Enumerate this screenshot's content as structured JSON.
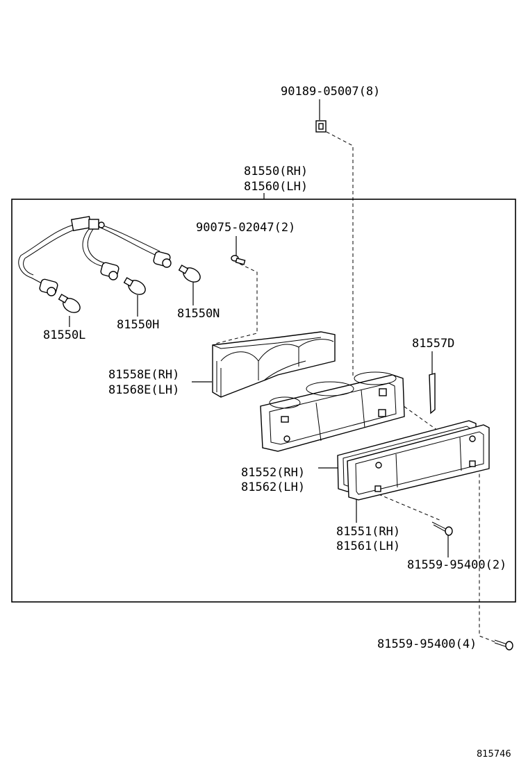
{
  "diagram_id": "815746",
  "callouts": {
    "clip_top": "90189-05007(8)",
    "lamp_assy_rh": "81550(RH)",
    "lamp_assy_lh": "81560(LH)",
    "screw_small": "90075-02047(2)",
    "socket_l": "81550L",
    "socket_h": "81550H",
    "socket_n": "81550N",
    "reflector_rh": "81558E(RH)",
    "reflector_lh": "81568E(LH)",
    "gasket": "81557D",
    "lens_gasket_rh": "81552(RH)",
    "lens_gasket_lh": "81562(LH)",
    "lens_rh": "81551(RH)",
    "lens_lh": "81561(LH)",
    "screw_lens": "81559-95400(2)",
    "screw_mount": "81559-95400(4)"
  }
}
